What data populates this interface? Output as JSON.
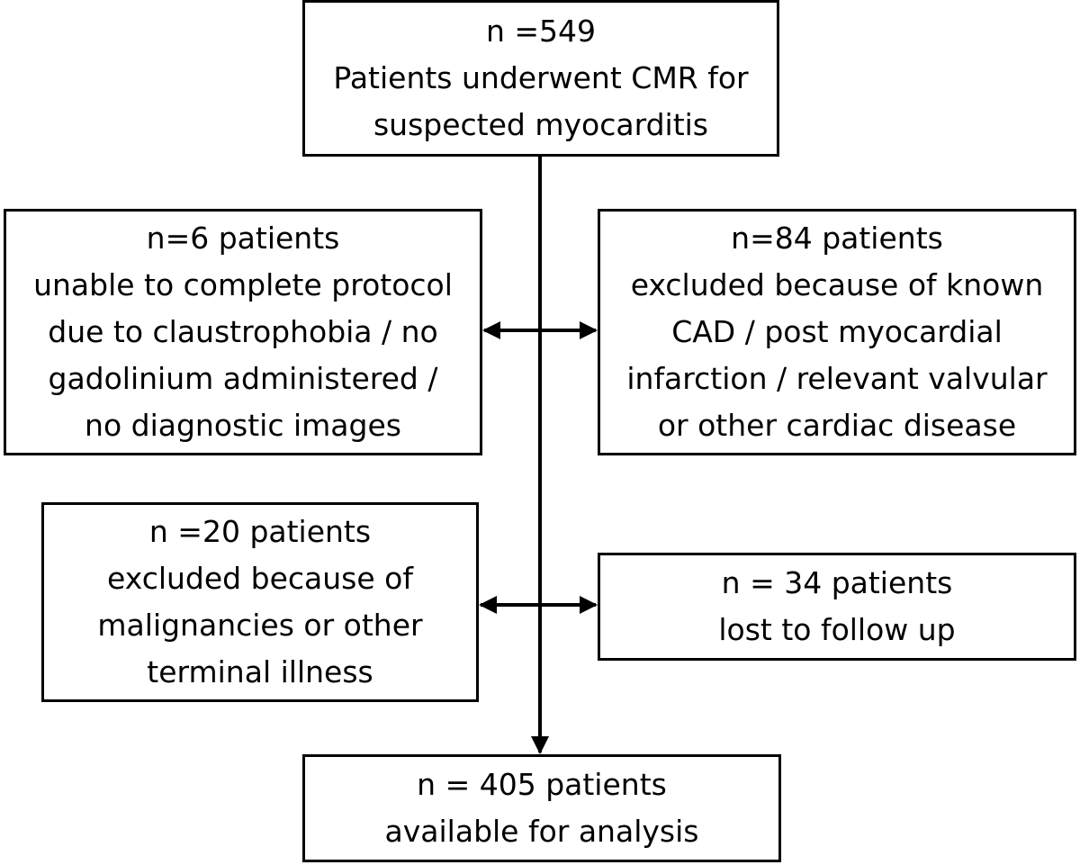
{
  "diagram": {
    "top_box": {
      "lines": [
        "n =549",
        "Patients underwent CMR for",
        "suspected myocarditis"
      ]
    },
    "excluded_left_1": {
      "lines": [
        "n=6 patients",
        "unable to complete protocol",
        "due to claustrophobia / no",
        "gadolinium administered /",
        "no diagnostic images"
      ]
    },
    "excluded_right_1": {
      "lines": [
        "n=84 patients",
        "excluded because of known",
        "CAD / post myocardial",
        "infarction / relevant valvular",
        "or other cardiac disease"
      ]
    },
    "excluded_left_2": {
      "lines": [
        "n =20 patients",
        "excluded because of",
        "malignancies or other",
        "terminal illness"
      ]
    },
    "excluded_right_2": {
      "lines": [
        "n = 34 patients",
        "lost to follow up"
      ]
    },
    "bottom_box": {
      "lines": [
        "n = 405 patients",
        "available for analysis"
      ]
    }
  },
  "colors": {
    "stroke": "#000000",
    "background": "#ffffff"
  }
}
